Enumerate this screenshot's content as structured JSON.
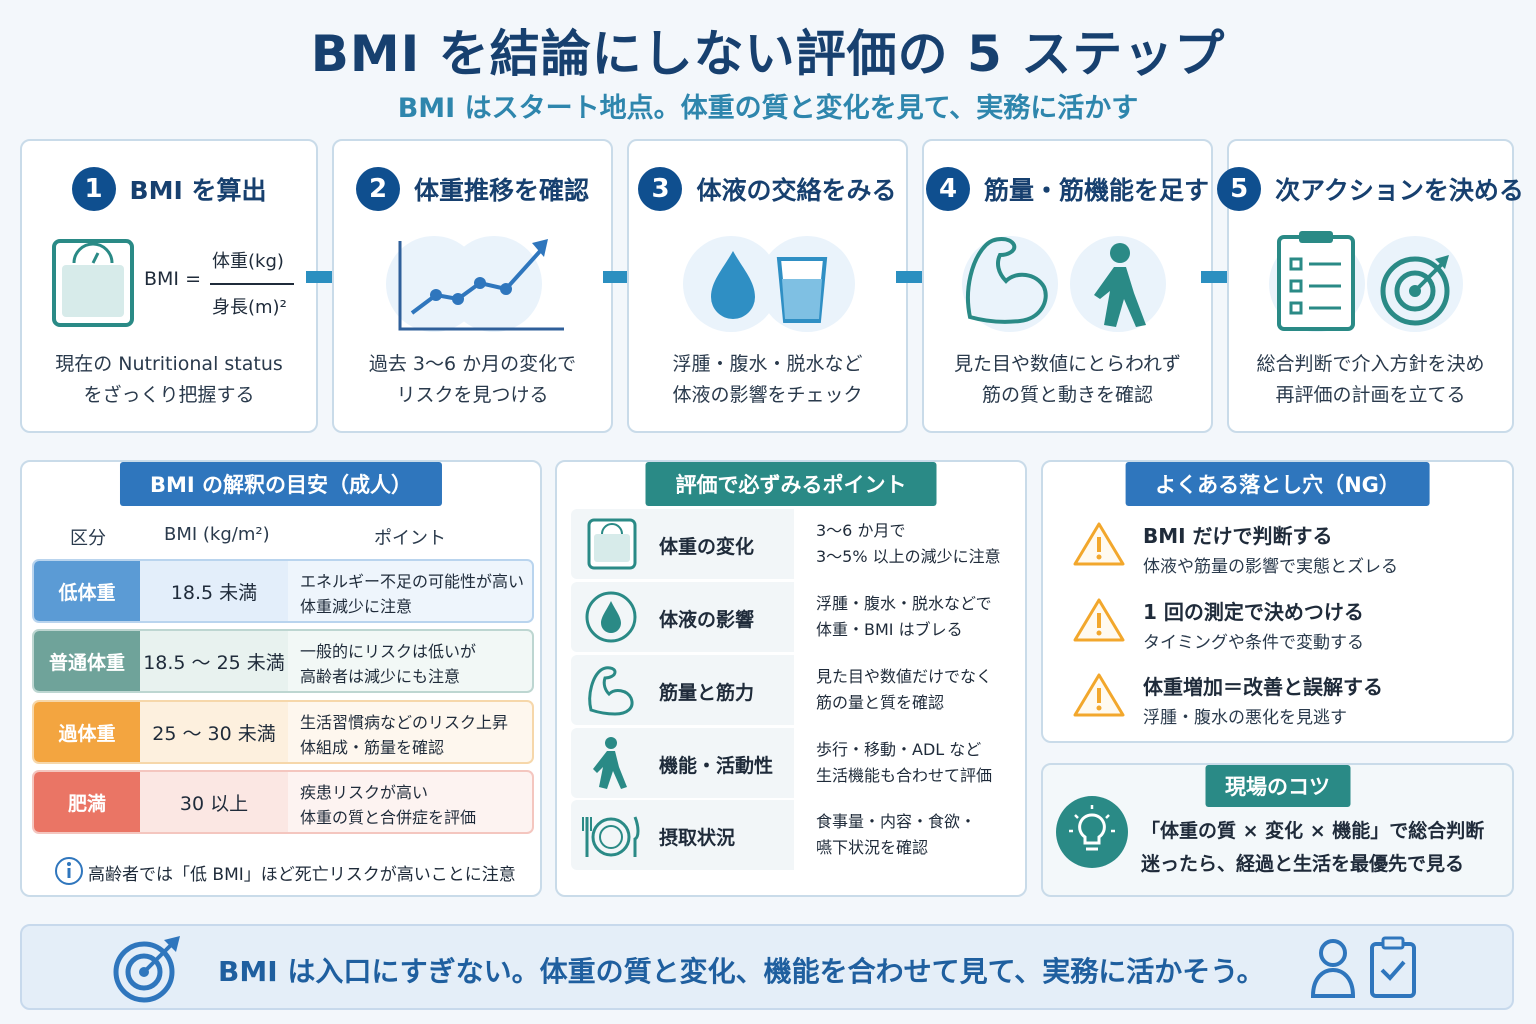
{
  "header": {
    "title": "BMI を結論にしない評価の 5 ステップ",
    "subtitle": "BMI はスタート地点。体重の質と変化を見て、実務に活かす"
  },
  "steps": [
    {
      "num": "1",
      "title": "BMI を算出",
      "desc1": "現在の Nutritional status",
      "desc2": "をざっくり把握する",
      "formula": {
        "lhs": "BMI =",
        "numerator": "体重(kg)",
        "denominator": "身長(m)²"
      }
    },
    {
      "num": "2",
      "title": "体重推移を確認",
      "desc1": "過去 3～6 か月の変化で",
      "desc2": "リスクを見つける"
    },
    {
      "num": "3",
      "title": "体液の交絡をみる",
      "desc1": "浮腫・腹水・脱水など",
      "desc2": "体液の影響をチェック"
    },
    {
      "num": "4",
      "title": "筋量・筋機能を足す",
      "desc1": "見た目や数値にとらわれず",
      "desc2": "筋の質と動きを確認"
    },
    {
      "num": "5",
      "title": "次アクションを決める",
      "desc1": "総合判断で介入方針を決め",
      "desc2": "再評価の計画を立てる"
    }
  ],
  "bmi_panel": {
    "tag": "BMI の解釈の目安（成人）",
    "col_category": "区分",
    "col_bmi": "BMI (kg/m²)",
    "col_point": "ポイント",
    "rows": [
      {
        "category": "低体重",
        "value": "18.5 未満",
        "note1": "エネルギー不足の可能性が高い",
        "note2": "体重減少に注意"
      },
      {
        "category": "普通体重",
        "value": "18.5 ～ 25 未満",
        "note1": "一般的にリスクは低いが",
        "note2": "高齢者は減少にも注意"
      },
      {
        "category": "過体重",
        "value": "25 ～ 30 未満",
        "note1": "生活習慣病などのリスク上昇",
        "note2": "体組成・筋量を確認"
      },
      {
        "category": "肥満",
        "value": "30 以上",
        "note1": "疾患リスクが高い",
        "note2": "体重の質と合併症を評価"
      }
    ],
    "footnote": "高齢者では「低 BMI」ほど死亡リスクが高いことに注意"
  },
  "points_panel": {
    "tag": "評価で必ずみるポイント",
    "items": [
      {
        "label": "体重の変化",
        "desc1": "3～6 か月で",
        "desc2": "3～5% 以上の減少に注意",
        "icon": "scale-icon"
      },
      {
        "label": "体液の影響",
        "desc1": "浮腫・腹水・脱水などで",
        "desc2": "体重・BMI はブレる",
        "icon": "water-drop-icon"
      },
      {
        "label": "筋量と筋力",
        "desc1": "見た目や数値だけでなく",
        "desc2": "筋の量と質を確認",
        "icon": "muscle-arm-icon"
      },
      {
        "label": "機能・活動性",
        "desc1": "歩行・移動・ADL など",
        "desc2": "生活機能も合わせて評価",
        "icon": "walking-person-icon"
      },
      {
        "label": "摂取状況",
        "desc1": "食事量・内容・食欲・",
        "desc2": "嚥下状況を確認",
        "icon": "plate-cutlery-icon"
      }
    ]
  },
  "ng_panel": {
    "tag": "よくある落とし穴（NG）",
    "items": [
      {
        "title": "BMI だけで判断する",
        "desc": "体液や筋量の影響で実態とズレる"
      },
      {
        "title": "1 回の測定で決めつける",
        "desc": "タイミングや条件で変動する"
      },
      {
        "title": "体重増加＝改善と誤解する",
        "desc": "浮腫・腹水の悪化を見逃す"
      }
    ]
  },
  "tips_panel": {
    "tag": "現場のコツ",
    "line1": "「体重の質 × 変化 × 機能」で総合判断",
    "line2": "迷ったら、経過と生活を最優先で見る"
  },
  "footer": {
    "text": "BMI は入口にすぎない。体重の質と変化、機能を合わせて見て、実務に活かそう。"
  },
  "colors": {
    "navy": "#0f4f8f",
    "teal": "#2a8a86",
    "blue": "#2f76bd",
    "arrow": "#2b8fc0",
    "underweight": "#5b9bd5",
    "normal": "#6fa39a",
    "overweight": "#f3a540",
    "obese": "#ea7565",
    "warning": "#f2a72c"
  }
}
